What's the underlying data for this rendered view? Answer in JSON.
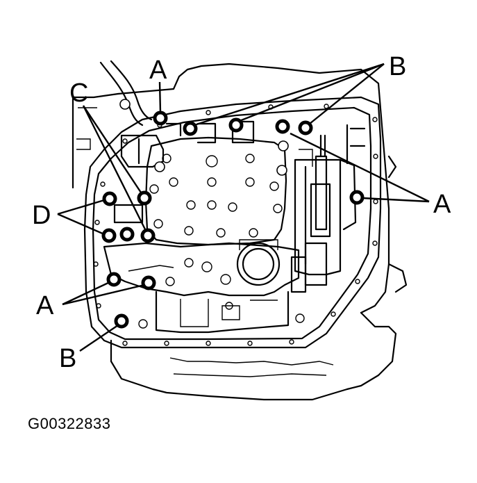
{
  "labels": {
    "a": "A",
    "b": "B",
    "c": "C",
    "d": "D"
  },
  "figure_id": "G00322833"
}
